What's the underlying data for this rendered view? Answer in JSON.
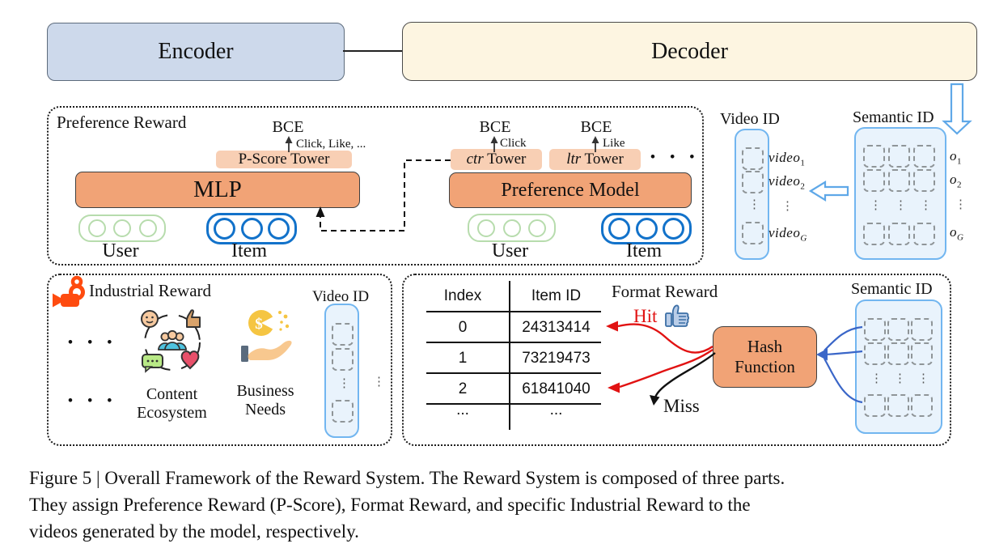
{
  "top": {
    "encoder_label": "Encoder",
    "decoder_label": "Decoder"
  },
  "preference": {
    "title": "Preference Reward",
    "bce1": {
      "label": "BCE",
      "note": "Click, Like, ..."
    },
    "p_score_tower": "P-Score Tower",
    "mlp": "MLP",
    "user1": "User",
    "item1": "Item",
    "bce2": {
      "label": "BCE",
      "note": "Click"
    },
    "bce3": {
      "label": "BCE",
      "note": "Like"
    },
    "ctr_tower": {
      "em": "ctr",
      "rest": " Tower"
    },
    "ltr_tower": {
      "em": "ltr",
      "rest": " Tower"
    },
    "preference_model": "Preference Model",
    "user2": "User",
    "item2": "Item"
  },
  "video_id_top": {
    "title": "Video ID",
    "labels": [
      {
        "base": "video",
        "sub": "1"
      },
      {
        "base": "video",
        "sub": "2"
      },
      {
        "base": "video",
        "sub": "G"
      }
    ]
  },
  "semantic_id_top": {
    "title": "Semantic ID",
    "labels": [
      {
        "base": "o",
        "sub": "1"
      },
      {
        "base": "o",
        "sub": "2"
      },
      {
        "base": "o",
        "sub": "G"
      }
    ]
  },
  "industrial": {
    "title": "Industrial Reward",
    "video_id_title": "Video ID",
    "content_label_line1": "Content",
    "content_label_line2": "Ecosystem",
    "business_label_line1": "Business",
    "business_label_line2": "Needs"
  },
  "format_reward": {
    "title": "Format Reward",
    "table": {
      "headers": [
        "Index",
        "Item ID"
      ],
      "rows": [
        [
          "0",
          "24313414"
        ],
        [
          "1",
          "73219473"
        ],
        [
          "2",
          "61841040"
        ],
        [
          "...",
          "..."
        ]
      ]
    },
    "hit_label": "Hit",
    "miss_label": "Miss",
    "hash_line1": "Hash",
    "hash_line2": "Function",
    "semantic_id_title": "Semantic ID"
  },
  "glyphs": {
    "vdots": "⋮",
    "bullets": "• • •"
  },
  "caption": {
    "lines": [
      "Figure 5 | Overall Framework of the Reward System. The Reward System is composed of three parts.",
      "They assign Preference Reward (P-Score), Format Reward, and specific Industrial Reward to the",
      "videos generated by the model, respectively."
    ]
  },
  "colors": {
    "encoder_fill": "#cdd9eb",
    "decoder_fill": "#fdf5e1",
    "model_orange": "#f1a376",
    "tower_peach": "#f8cfb4",
    "token_box_fill": "#e9f3fc",
    "token_box_border": "#72b6f0",
    "user_green": "#b7dcad",
    "item_blue": "#1272ca",
    "hollow_arrow_blue": "#5fa8e8",
    "curve_blue": "#3a66c8",
    "hit_red": "#e11212",
    "kuaishou_orange": "#fe4b0f"
  }
}
